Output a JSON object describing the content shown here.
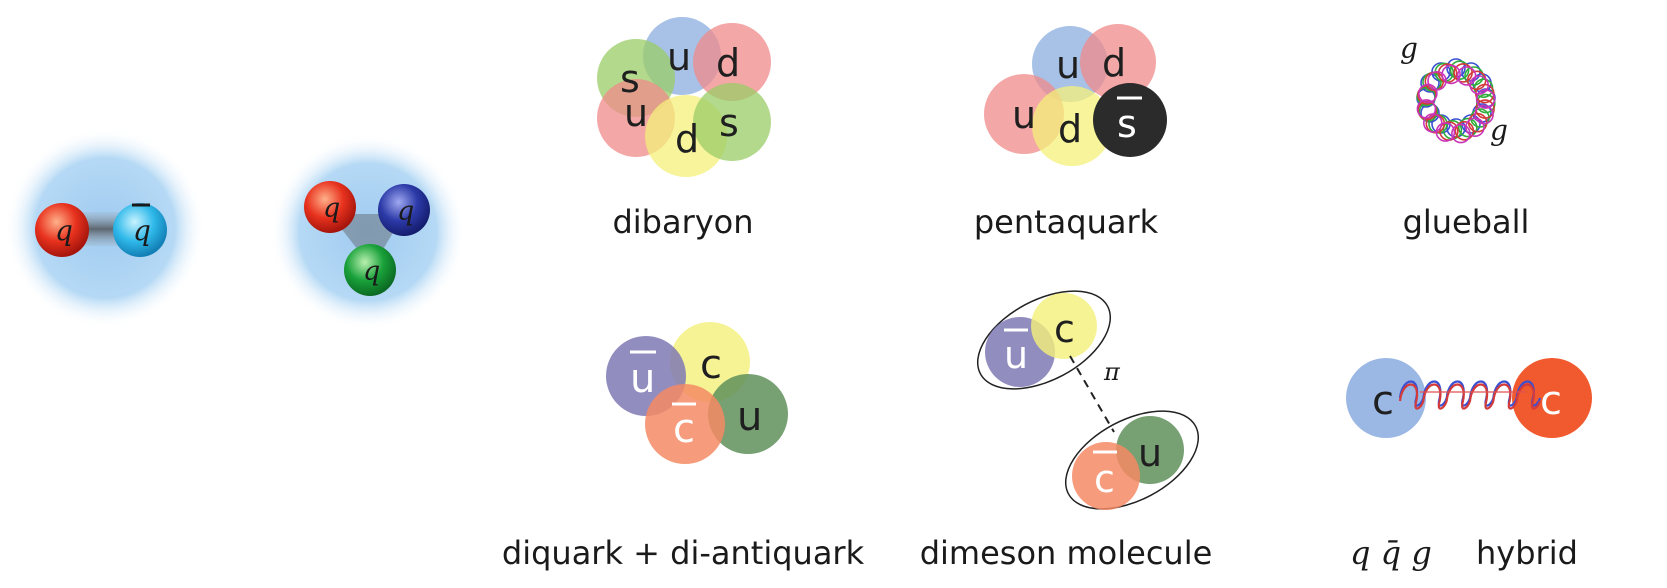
{
  "meson": {
    "q": "q",
    "qbar": "q"
  },
  "baryon": {
    "q1": "q",
    "q2": "q",
    "q3": "q"
  },
  "dibaryon": {
    "caption": "dibaryon",
    "quarks": [
      "s",
      "u",
      "d",
      "u",
      "d",
      "s"
    ]
  },
  "pentaquark": {
    "caption": "pentaquark",
    "quarks": [
      "u",
      "d",
      "u",
      "d",
      "s"
    ]
  },
  "glueball": {
    "caption": "glueball",
    "g1": "g",
    "g2": "g"
  },
  "tetraquark": {
    "caption": "diquark + di-antiquark",
    "quarks": [
      "u",
      "c",
      "c",
      "u"
    ]
  },
  "molecule": {
    "caption": "dimeson molecule",
    "quarks": [
      "u",
      "c",
      "c",
      "u"
    ],
    "pion": "π"
  },
  "hybrid": {
    "caption_math": "q q̄ g",
    "caption_text": "hybrid",
    "quarks": [
      "c",
      "c"
    ]
  },
  "colors": {
    "red": "#f08a8a",
    "blue": "#8aacdf",
    "green": "#99cc66",
    "yellow": "#f4f07a",
    "purple": "#7f79b4",
    "orange": "#f58a64",
    "darkgreen": "#5f8f5a",
    "black": "#2b2b2b",
    "halo": "#a9d3f0"
  }
}
